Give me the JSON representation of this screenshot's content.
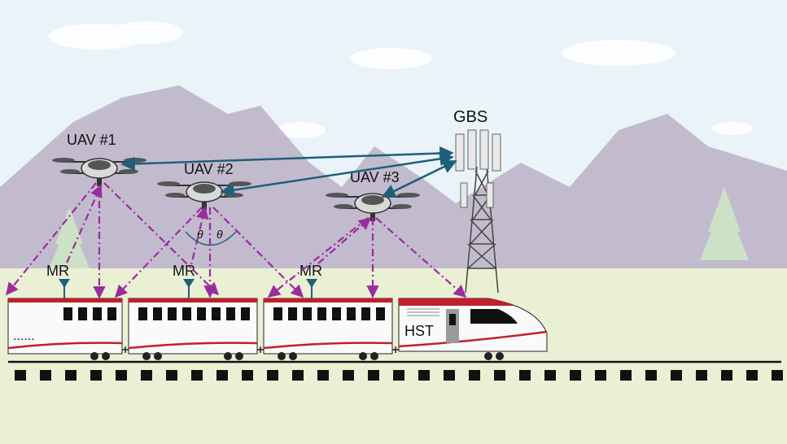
{
  "labels": {
    "gbs": "GBS",
    "uav1": "UAV #1",
    "uav2": "UAV #2",
    "uav3": "UAV #3",
    "mr1": "MR",
    "mr2": "MR",
    "mr3": "MR",
    "hst": "HST",
    "theta_left": "θ",
    "theta_right": "θ",
    "ellipsis": "......"
  },
  "colors": {
    "sky": "#e9f3f8",
    "mountain": "#b8adc2",
    "ground": "#eaf0d4",
    "backhaul": "#1f5f7a",
    "access": "#9b2c9e",
    "stripe_red": "#c0202a",
    "rail": "#111111"
  }
}
